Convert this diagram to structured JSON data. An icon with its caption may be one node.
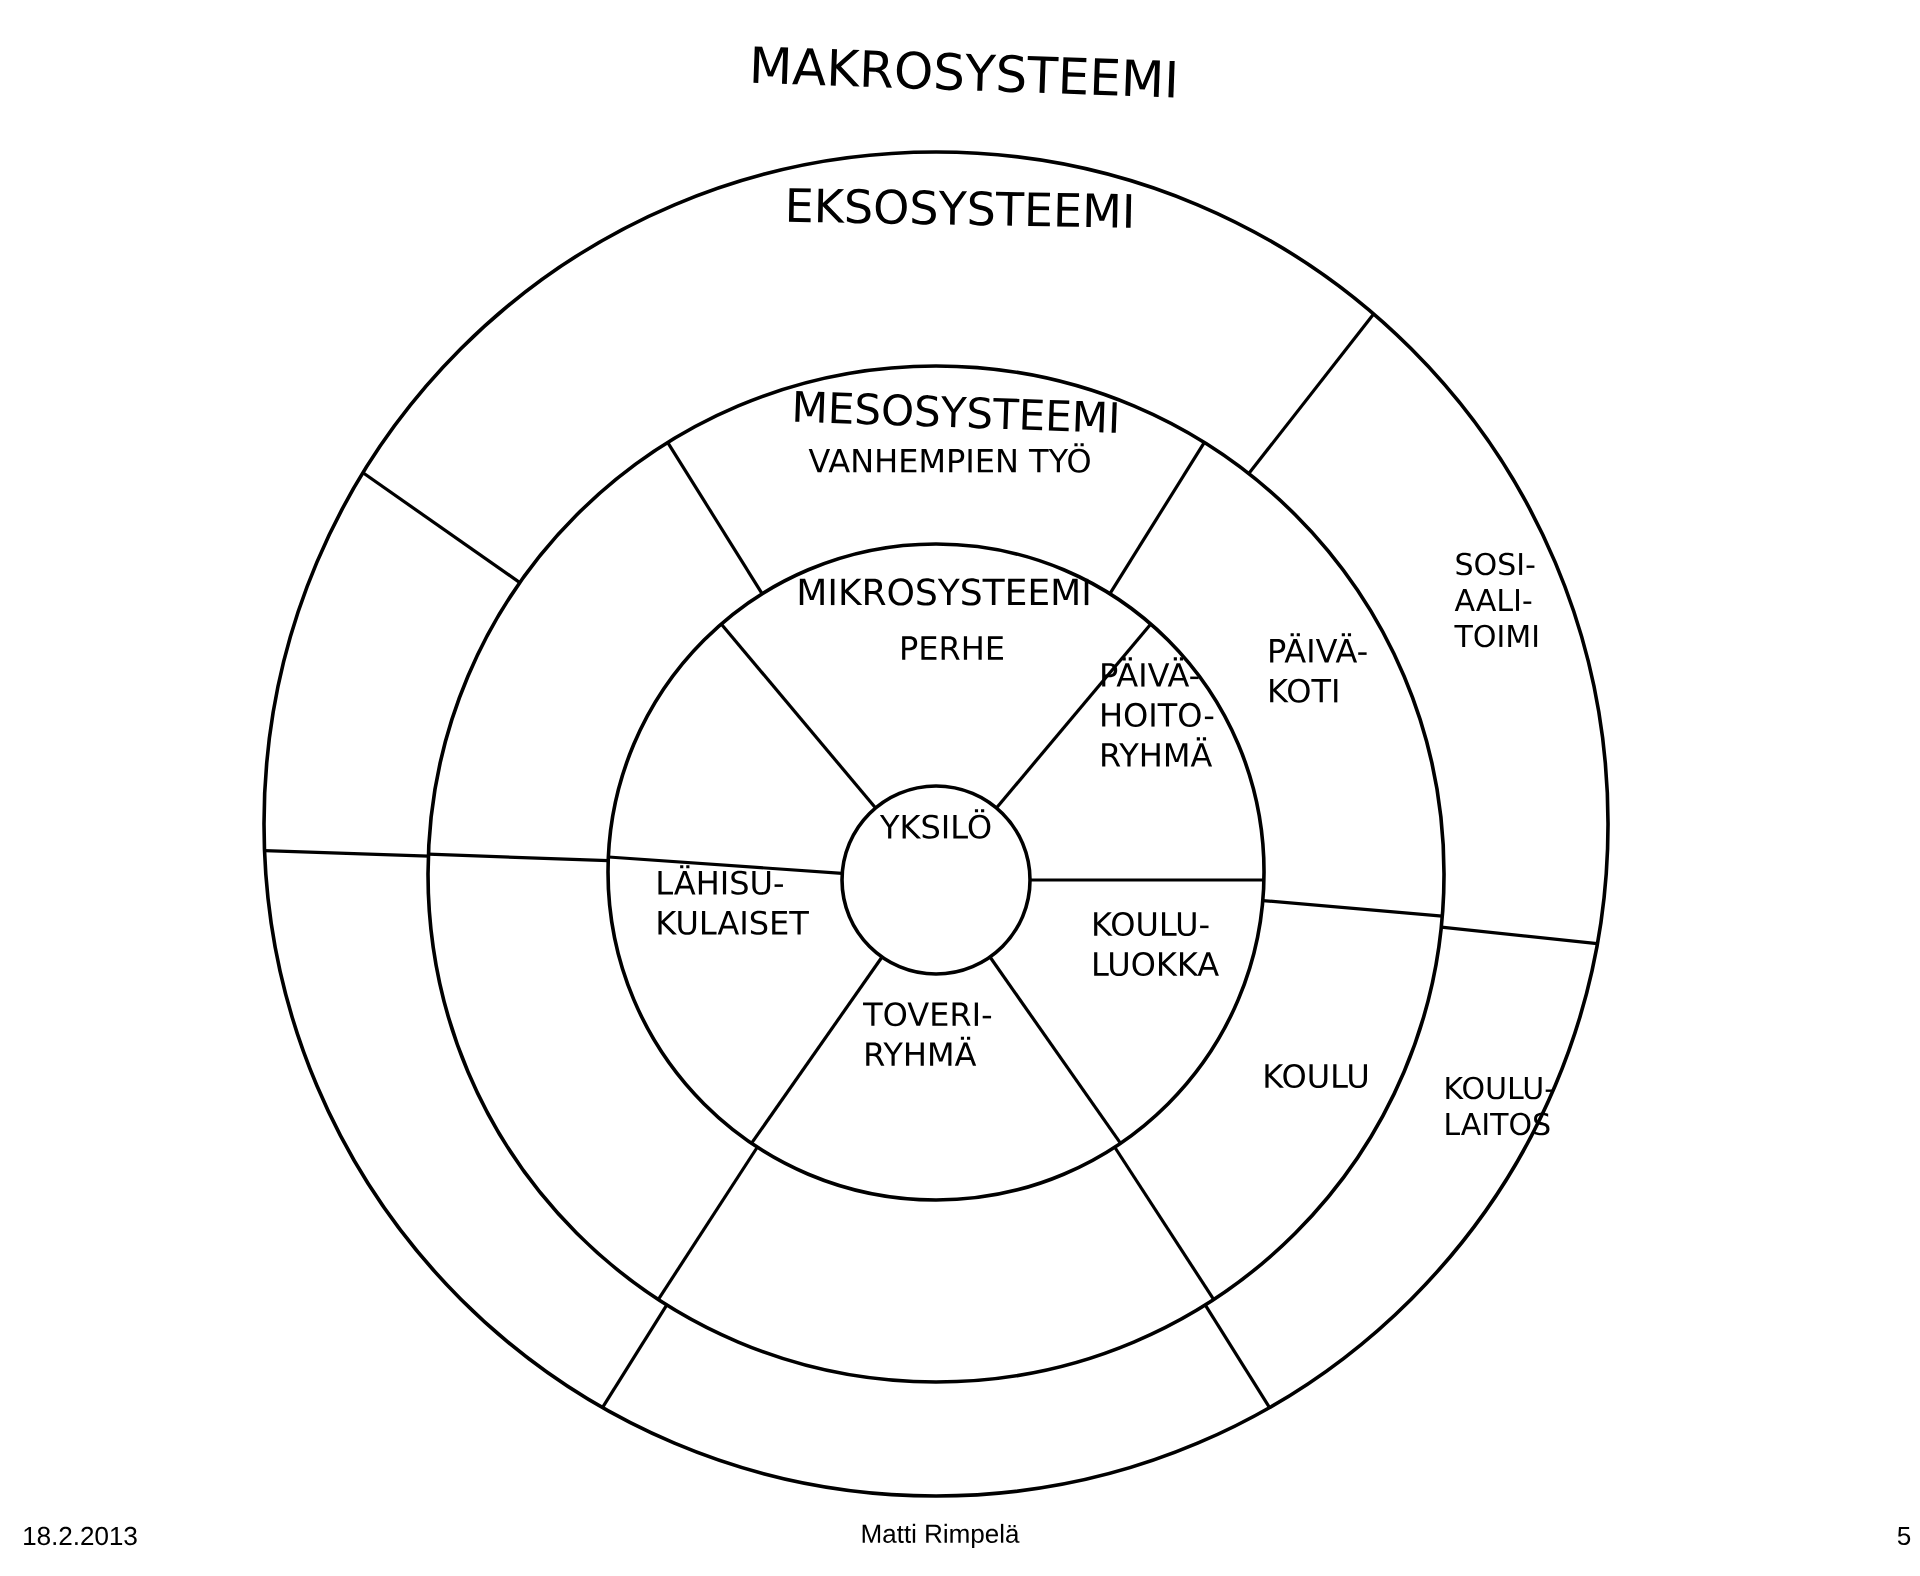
{
  "diagram": {
    "title": "MAKROSYSTEEMI",
    "nodes": [
      {
        "text": [
          "EKSOSYSTEEMI"
        ]
      },
      {
        "text": [
          "MESOSYSTEEMI"
        ],
        "in": 0
      },
      {
        "text": [
          "MIKROSYSTEEMI"
        ],
        "in": 1
      },
      {
        "text": [
          "YKSILÖ"
        ],
        "in": 2
      }
    ],
    "labels": [
      "VANHEMPIEN TYÖ",
      "PERHE",
      "PÄIVÄ- HOITO- RYHMÄ",
      "PÄIVÄ- KOTI",
      "SOSI- AALI- TOIMI",
      "LÄHISU- KULAISET",
      "KOULU- LUOKKA",
      "TOVERI- RYHMÄ",
      "KOULU",
      "KOULU- LAITOS",
      "18.2.2013",
      "Matti Rimpelä",
      "5"
    ]
  }
}
